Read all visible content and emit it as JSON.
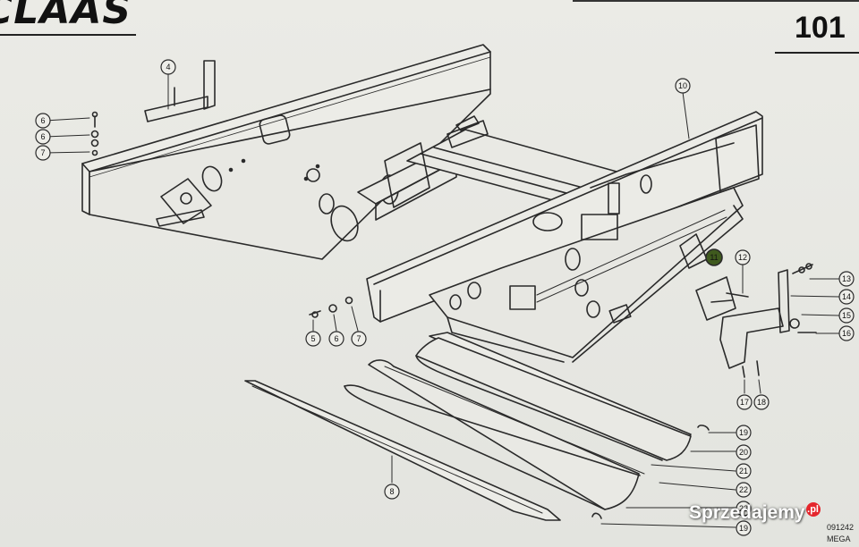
{
  "header": {
    "brand": "CLAAS",
    "page_number": "101"
  },
  "footer": {
    "ref_code": "091242",
    "model": "MEGA"
  },
  "watermark": {
    "text": "Sprzedajemy",
    "badge": ".pl"
  },
  "callouts": [
    {
      "label": "4"
    },
    {
      "label": "6"
    },
    {
      "label": "6"
    },
    {
      "label": "7"
    },
    {
      "label": "10"
    },
    {
      "label": "11"
    },
    {
      "label": "12"
    },
    {
      "label": "13"
    },
    {
      "label": "14"
    },
    {
      "label": "15"
    },
    {
      "label": "16"
    },
    {
      "label": "5"
    },
    {
      "label": "6"
    },
    {
      "label": "7"
    },
    {
      "label": "17"
    },
    {
      "label": "18"
    },
    {
      "label": "19"
    },
    {
      "label": "20"
    },
    {
      "label": "21"
    },
    {
      "label": "22"
    },
    {
      "label": "8"
    },
    {
      "label": "23"
    },
    {
      "label": "19"
    }
  ],
  "colors": {
    "line": "#2a2a2a",
    "paper": "#e6e7e2",
    "highlight": "#3f5a1e"
  }
}
